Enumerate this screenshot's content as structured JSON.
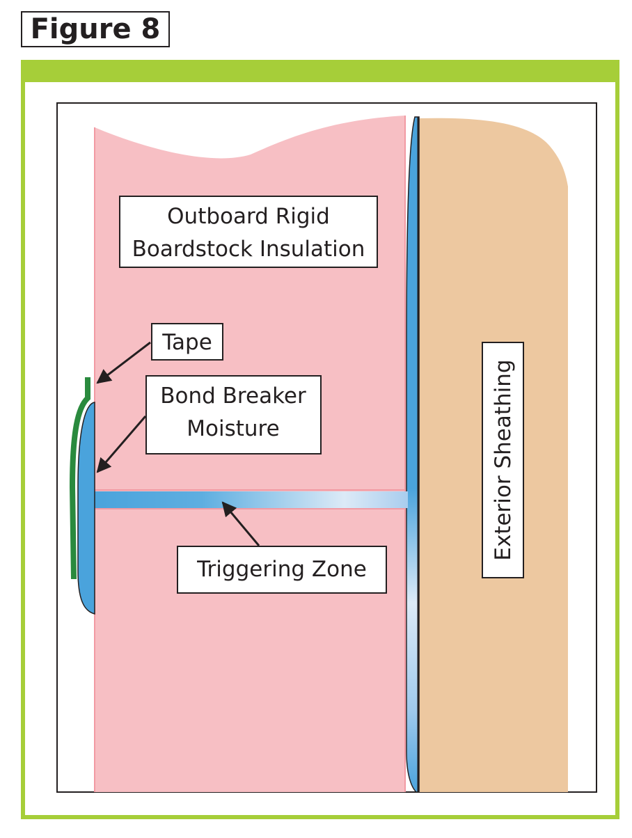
{
  "figure_title": "Figure 8",
  "labels": {
    "insulation_line1": "Outboard Rigid",
    "insulation_line2": "Boardstock Insulation",
    "tape": "Tape",
    "bond_breaker_line1": "Bond Breaker",
    "bond_breaker_line2": "Moisture",
    "triggering_zone": "Triggering Zone",
    "exterior_sheathing": "Exterior Sheathing"
  },
  "colors": {
    "frame_green": "#a6ce39",
    "insulation_pink": "#f7bfc4",
    "insulation_edge": "#f29aa3",
    "sheathing_tan": "#edc8a0",
    "moisture_blue": "#4aa3dc",
    "moisture_light": "#dceaf7",
    "tape_green": "#2a8a3e",
    "ink": "#231f20"
  }
}
